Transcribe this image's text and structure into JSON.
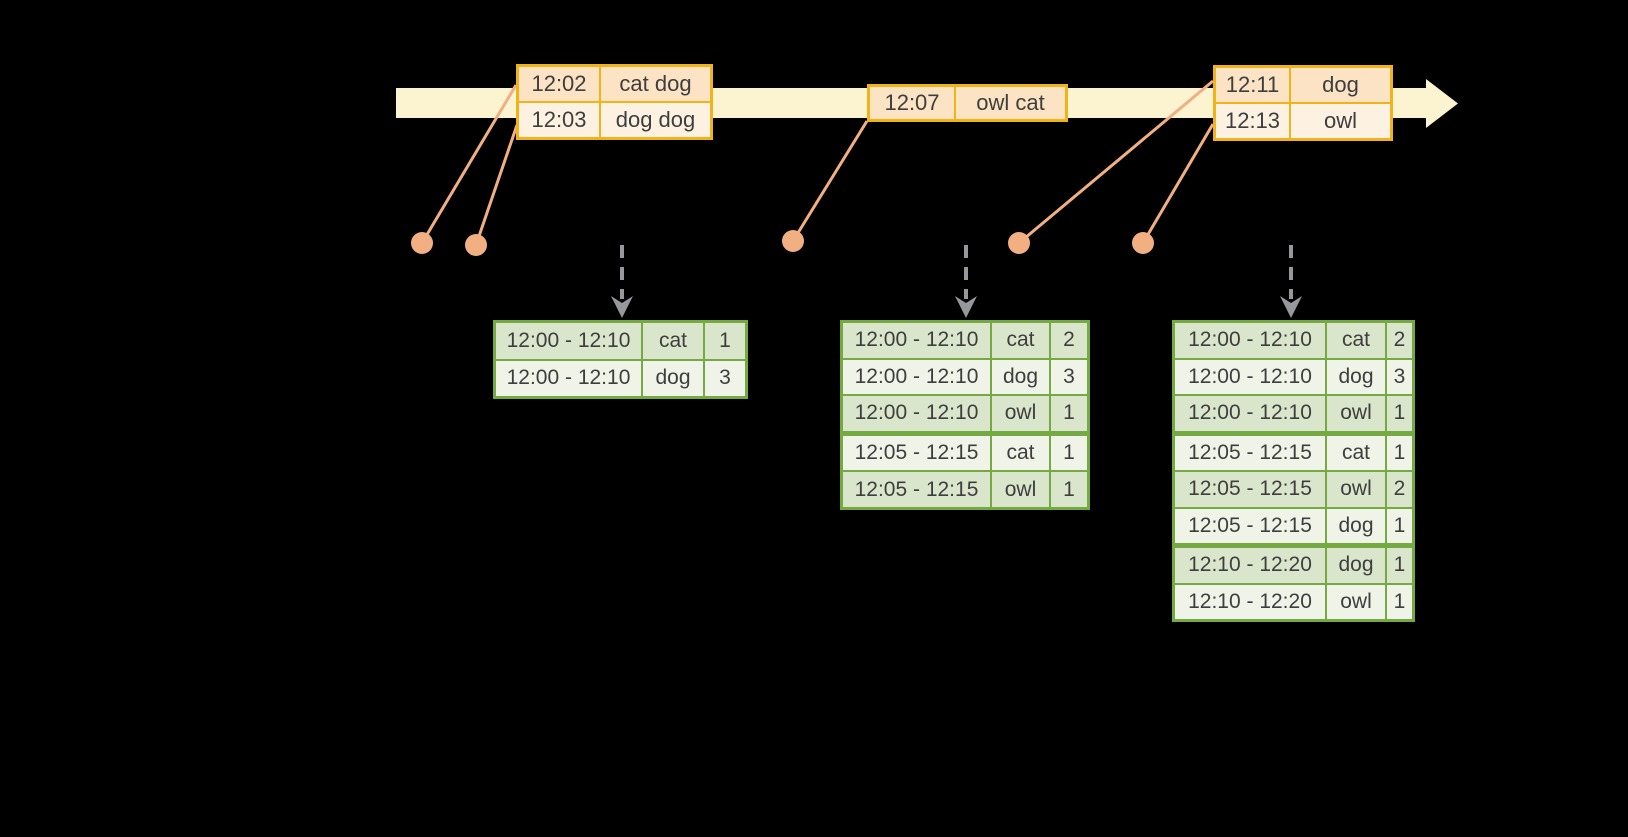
{
  "colors": {
    "background": "#000000",
    "timeline_fill": "#FCF3D0",
    "event_table_border": "#F0B41A",
    "event_row_dark": "#FBE3C4",
    "event_row_light": "#FDF2E2",
    "result_table_border": "#75AA42",
    "result_row_dark": "#DAE6CC",
    "result_row_light": "#EFF3E8",
    "connector_orange": "#F1AF82",
    "arrow_gray": "#96989B",
    "text": "#3E3E3E"
  },
  "timeline": {
    "event_tables": [
      {
        "rows": [
          {
            "time": "12:02",
            "words": "cat dog"
          },
          {
            "time": "12:03",
            "words": "dog dog"
          }
        ]
      },
      {
        "rows": [
          {
            "time": "12:07",
            "words": "owl cat"
          }
        ]
      },
      {
        "rows": [
          {
            "time": "12:11",
            "words": "dog"
          },
          {
            "time": "12:13",
            "words": "owl"
          }
        ]
      }
    ],
    "event_dot_count": 5,
    "down_arrow_count": 3
  },
  "result_tables": [
    {
      "rows": [
        {
          "window": "12:00 - 12:10",
          "word": "cat",
          "count": "1"
        },
        {
          "window": "12:00 - 12:10",
          "word": "dog",
          "count": "3"
        }
      ]
    },
    {
      "rows": [
        {
          "window": "12:00 - 12:10",
          "word": "cat",
          "count": "2"
        },
        {
          "window": "12:00 - 12:10",
          "word": "dog",
          "count": "3"
        },
        {
          "window": "12:00 - 12:10",
          "word": "owl",
          "count": "1"
        },
        {
          "window": "12:05 - 12:15",
          "word": "cat",
          "count": "1"
        },
        {
          "window": "12:05 - 12:15",
          "word": "owl",
          "count": "1"
        }
      ]
    },
    {
      "rows": [
        {
          "window": "12:00 - 12:10",
          "word": "cat",
          "count": "2"
        },
        {
          "window": "12:00 - 12:10",
          "word": "dog",
          "count": "3"
        },
        {
          "window": "12:00 - 12:10",
          "word": "owl",
          "count": "1"
        },
        {
          "window": "12:05 - 12:15",
          "word": "cat",
          "count": "1"
        },
        {
          "window": "12:05 - 12:15",
          "word": "owl",
          "count": "2"
        },
        {
          "window": "12:05 - 12:15",
          "word": "dog",
          "count": "1"
        },
        {
          "window": "12:10 - 12:20",
          "word": "dog",
          "count": "1"
        },
        {
          "window": "12:10 - 12:20",
          "word": "owl",
          "count": "1"
        }
      ]
    }
  ]
}
